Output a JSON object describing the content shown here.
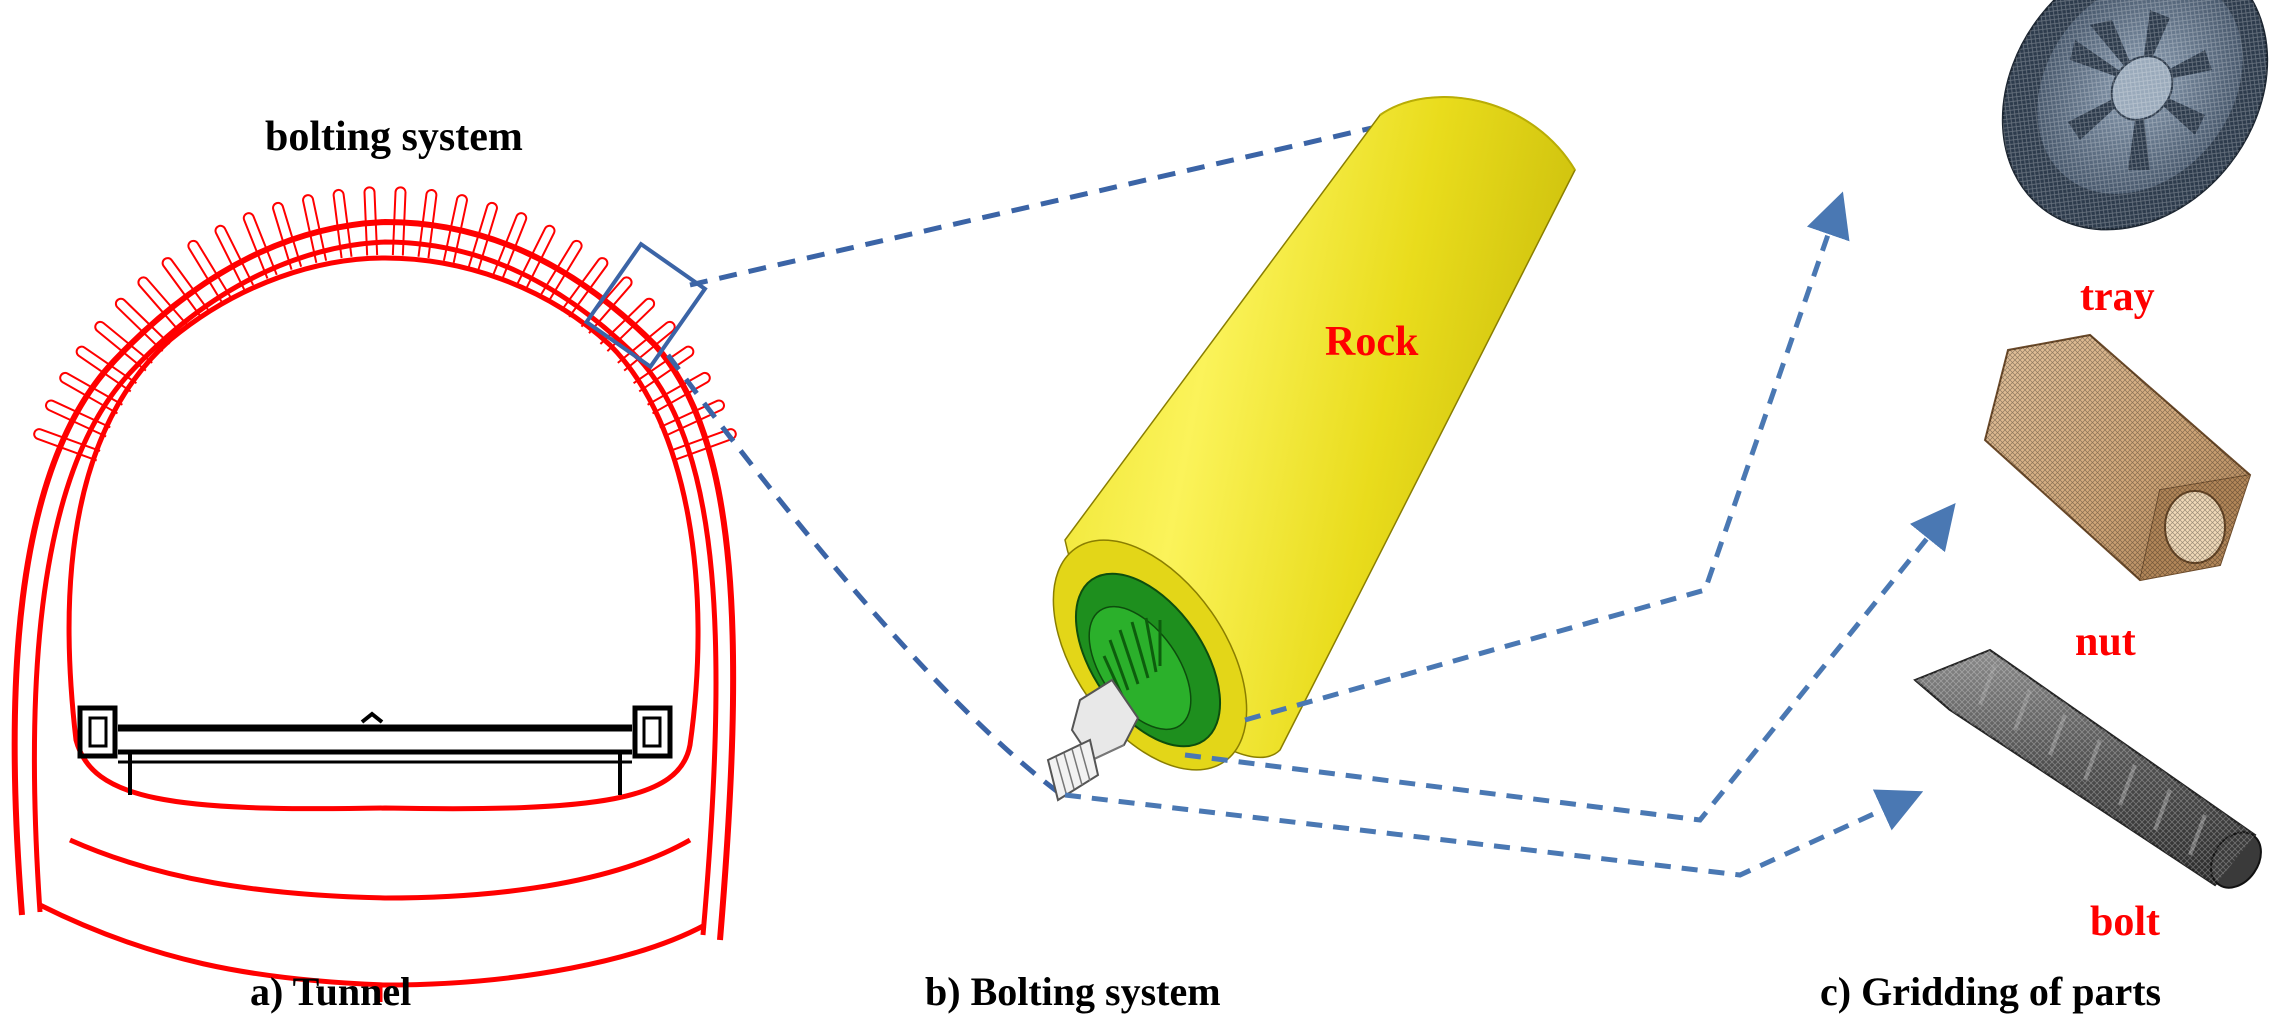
{
  "labels": {
    "bolting_system_top": "bolting system",
    "rock": "Rock",
    "tray": "tray",
    "nut": "nut",
    "bolt": "bolt",
    "caption_a": "a)  Tunnel",
    "caption_b": "b)  Bolting system",
    "caption_c": "c)  Gridding of parts"
  },
  "colors": {
    "lining": "#ff0000",
    "link_dash": "#3b64a6",
    "arrow_dash": "#4a78b3",
    "rock": "#f2ea2e",
    "tray_plate": "#1f9b1f",
    "tray_mesh": "#39495c",
    "nut_mesh": "#d7b48b",
    "bolt_mesh": "#555555"
  }
}
